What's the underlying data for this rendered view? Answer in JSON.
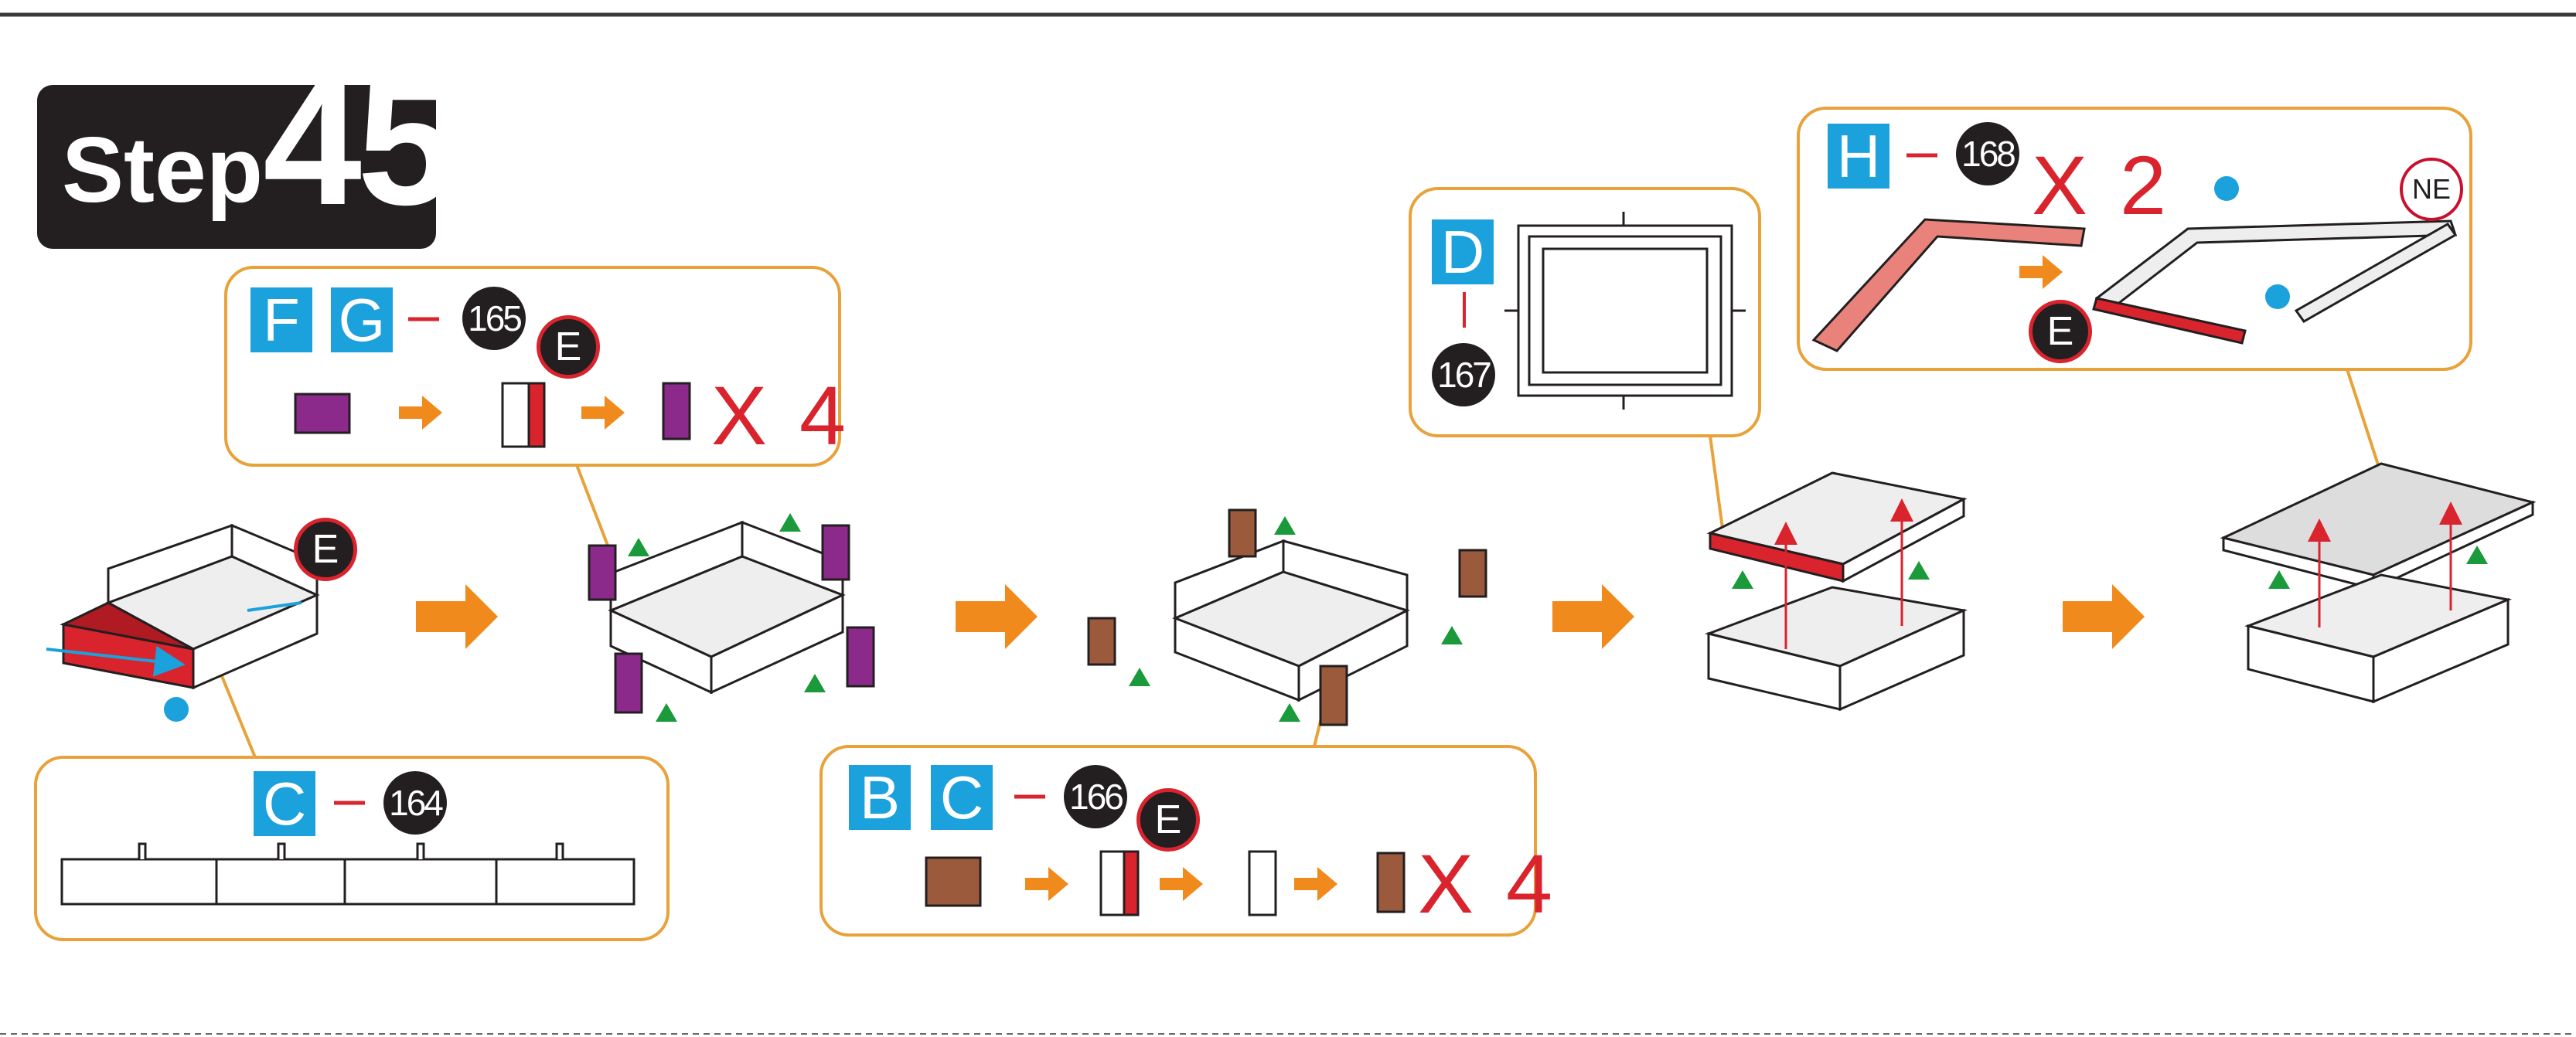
{
  "step": {
    "word": "Step",
    "number": "45"
  },
  "callouts": {
    "fg": {
      "letters": [
        "F",
        "G"
      ],
      "part_number": "165",
      "quantity": "X 4",
      "marker": "E"
    },
    "c": {
      "letters": [
        "C"
      ],
      "part_number": "164"
    },
    "bc": {
      "letters": [
        "B",
        "C"
      ],
      "part_number": "166",
      "quantity": "X 4",
      "marker": "E"
    },
    "d": {
      "letters": [
        "D"
      ],
      "part_number": "167"
    },
    "h": {
      "letters": [
        "H"
      ],
      "part_number": "168",
      "quantity": "X 2",
      "marker": "E",
      "direction": "NE"
    }
  },
  "stage1": {
    "marker": "E"
  },
  "colors": {
    "callout_border": "#e8a23a",
    "arrow": "#f08a1c",
    "letter_box": "#1ba1dc",
    "badge": "#231f20",
    "red_part": "#d9232d",
    "purple_part": "#8b2a8b",
    "brown_part": "#9b5a3c",
    "pink_part": "#e8827a",
    "triangle": "#1a9a3a",
    "dot": "#1ba1dc"
  },
  "icons": [
    "step-arrow-icon",
    "green-triangle-icon",
    "blue-dot-icon"
  ]
}
